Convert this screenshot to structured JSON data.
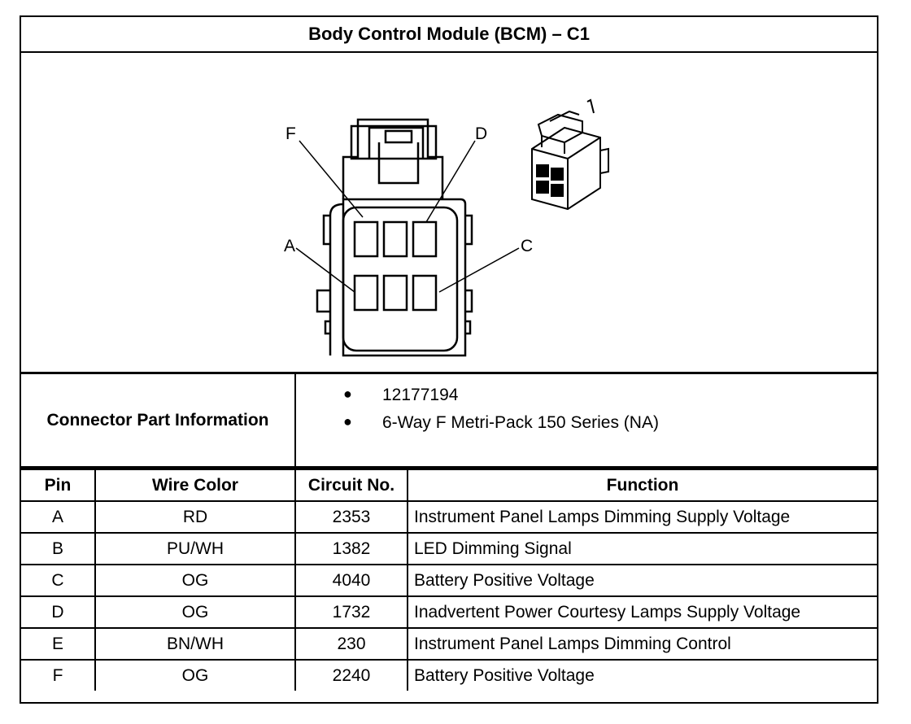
{
  "title": "Body Control Module (BCM) – C1",
  "figure": {
    "callouts": [
      "F",
      "D",
      "A",
      "C"
    ]
  },
  "connector_info": {
    "label": "Connector Part Information",
    "items": [
      "12177194",
      "6-Way F Metri-Pack 150 Series (NA)"
    ]
  },
  "table": {
    "headers": [
      "Pin",
      "Wire Color",
      "Circuit No.",
      "Function"
    ],
    "rows": [
      {
        "pin": "A",
        "color": "RD",
        "circuit": "2353",
        "function": "Instrument Panel Lamps Dimming Supply Voltage"
      },
      {
        "pin": "B",
        "color": "PU/WH",
        "circuit": "1382",
        "function": "LED Dimming Signal"
      },
      {
        "pin": "C",
        "color": "OG",
        "circuit": "4040",
        "function": "Battery Positive Voltage"
      },
      {
        "pin": "D",
        "color": "OG",
        "circuit": "1732",
        "function": "Inadvertent Power Courtesy Lamps Supply Voltage"
      },
      {
        "pin": "E",
        "color": "BN/WH",
        "circuit": "230",
        "function": "Instrument Panel Lamps Dimming Control"
      },
      {
        "pin": "F",
        "color": "OG",
        "circuit": "2240",
        "function": "Battery Positive Voltage"
      }
    ]
  }
}
